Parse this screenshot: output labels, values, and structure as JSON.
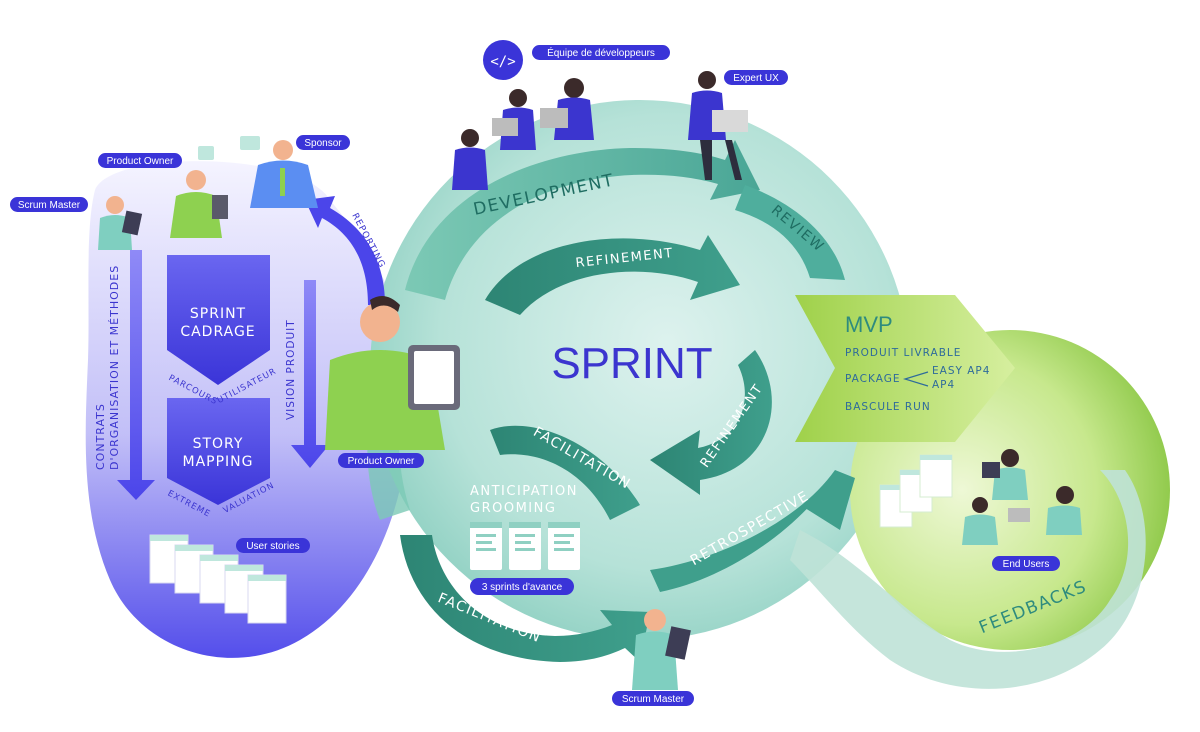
{
  "roles": {
    "scrum_master_left": "Scrum Master",
    "product_owner_top": "Product Owner",
    "sponsor": "Sponsor",
    "dev_team": "Équipe de développeurs",
    "expert_ux": "Expert UX",
    "product_owner_center": "Product Owner",
    "user_stories": "User stories",
    "end_users": "End Users",
    "scrum_master_bottom": "Scrum Master"
  },
  "left_panel": {
    "vertical_left_line1": "CONTRATS",
    "vertical_left_line2": "D'ORGANISATION ET MÉTHODES",
    "vertical_right": "VISION PRODUIT",
    "reporting": "REPORTING",
    "chevron1_line1": "SPRINT",
    "chevron1_line2": "CADRAGE",
    "parcours": "PARCOURS",
    "utilisateur": "UTILISATEUR",
    "chevron2_line1": "STORY",
    "chevron2_line2": "MAPPING",
    "extreme": "EXTREME",
    "valuation": "VALUATION"
  },
  "cycle": {
    "center": "SPRINT",
    "development": "DEVELOPMENT",
    "review": "REVIEW",
    "refinement_top": "REFINEMENT",
    "refinement_right": "REFINEMENT",
    "facilitation_inner": "FACILITATION",
    "retrospective": "RETROSPECTIVE",
    "facilitation_outer": "FACILITATION",
    "anticipation_line1": "ANTICIPATION",
    "anticipation_line2": "GROOMING",
    "sprints_ahead": "3 sprints d'avance"
  },
  "mvp": {
    "title": "MVP",
    "item1": "PRODUIT LIVRABLE",
    "package": "PACKAGE",
    "package_opt1": "EASY AP4",
    "package_opt2": "AP4",
    "item3": "BASCULE RUN"
  },
  "feedbacks": "FEEDBACKS",
  "colors": {
    "pill": "#3a34d8",
    "indigo_dark": "#3b35cf",
    "teal_dark": "#2e8b7e",
    "teal_light": "#bfe7dd",
    "lime": "#9fd14a",
    "green": "#7ec24a"
  }
}
